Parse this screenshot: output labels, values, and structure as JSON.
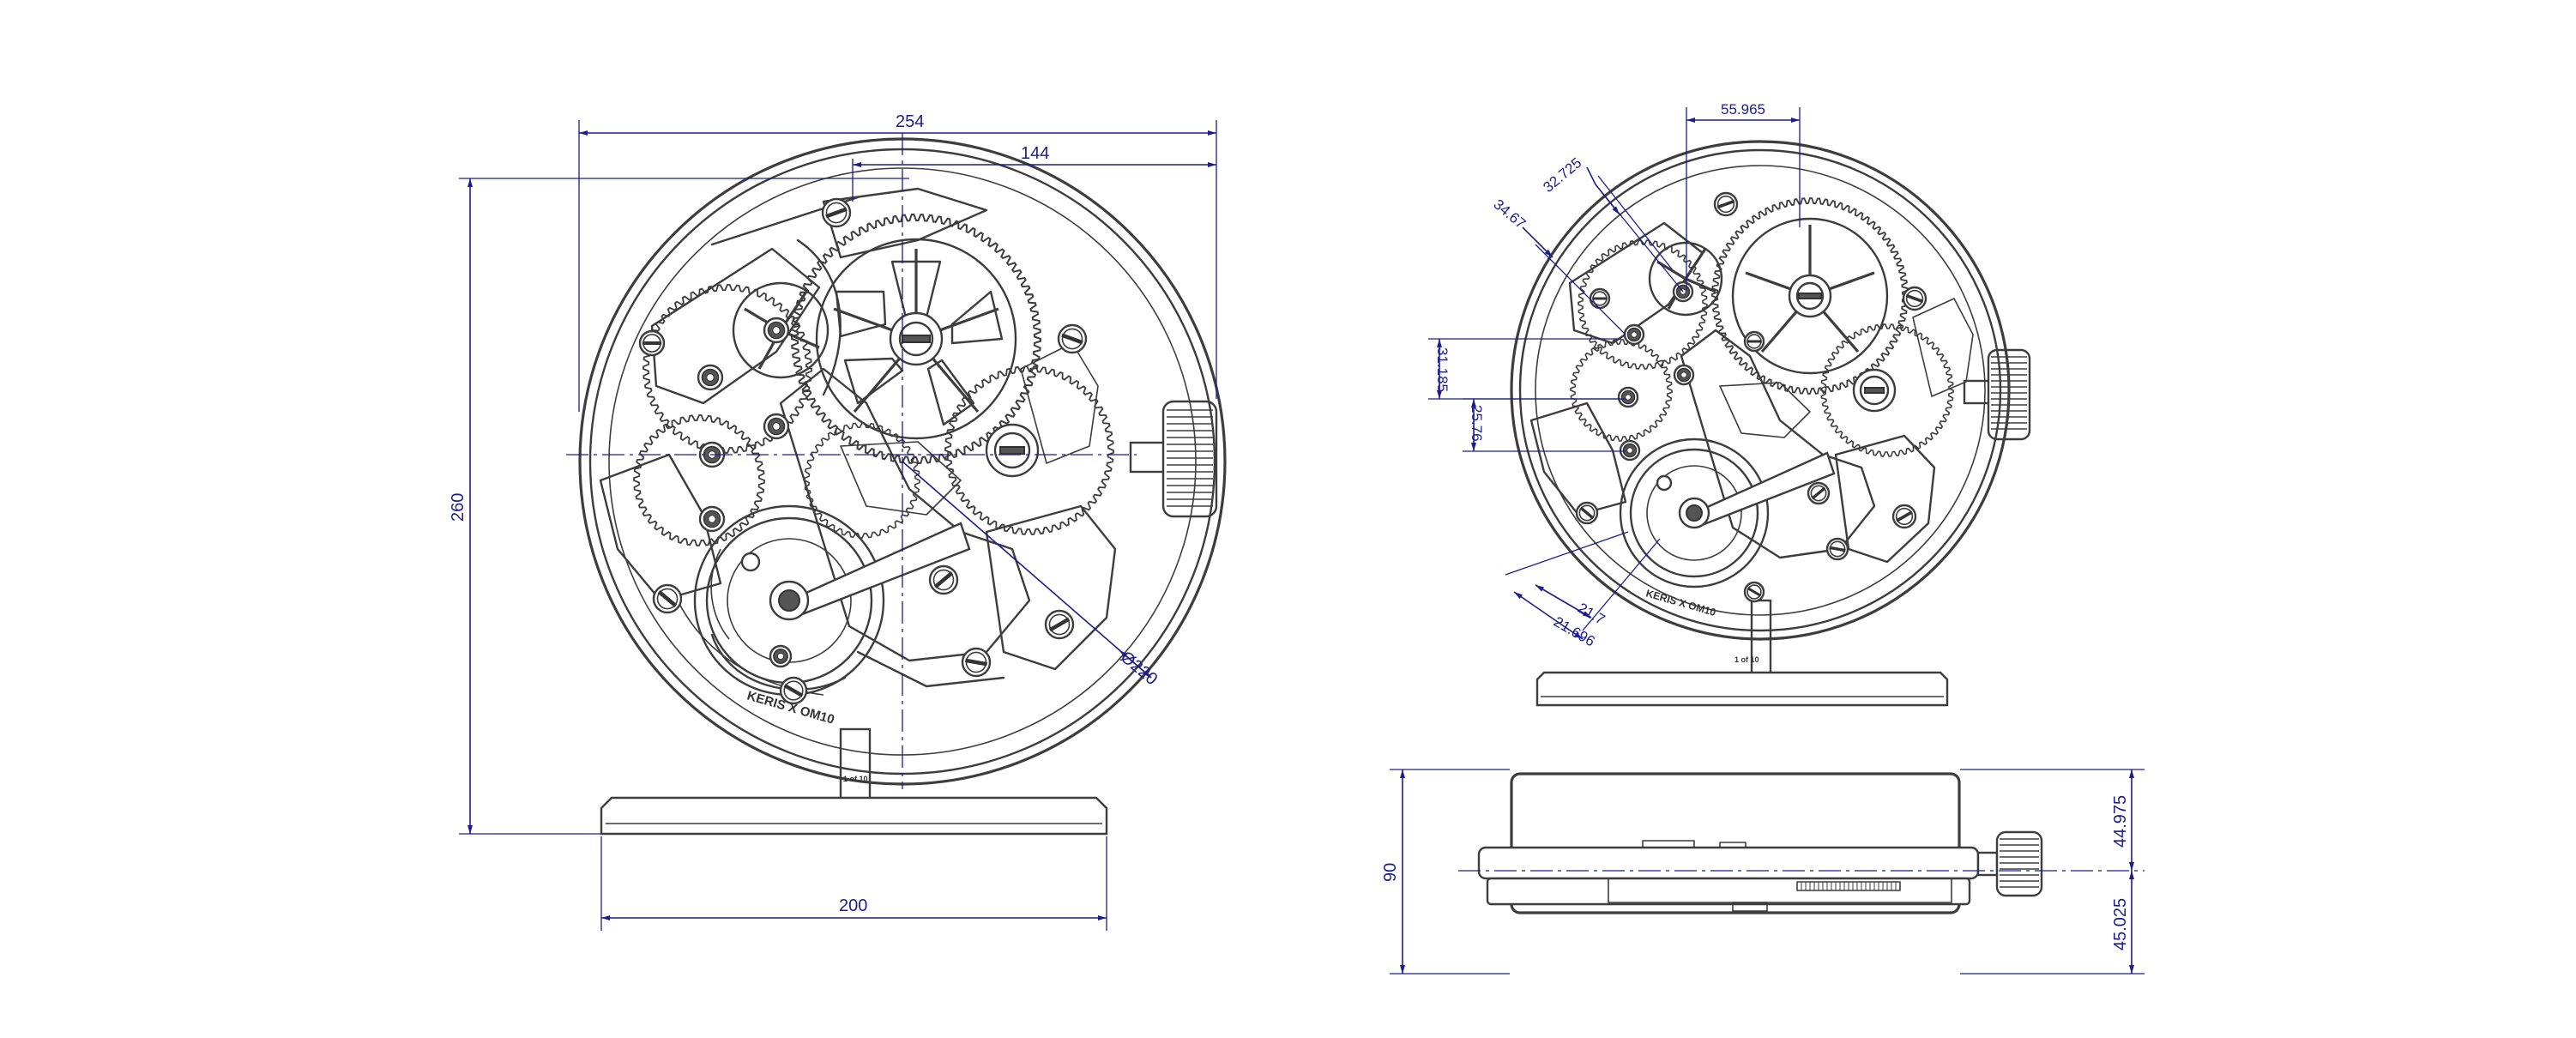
{
  "engraving": "KERIS X OM10",
  "edition": "1 of 10",
  "dimensions": {
    "overall_width": "254",
    "crown_offset": "144",
    "overall_height": "260",
    "base_width": "200",
    "diameter": "Ø220",
    "side_jewel_spacing": "55.965",
    "side_angle_a": "32.725",
    "side_angle_b": "34.67",
    "side_v1": "31.185",
    "side_v2": "25.76",
    "side_lower_a": "21.7",
    "side_lower_b": "21.696",
    "bottom_height": "90",
    "bottom_upper": "44.975",
    "bottom_lower": "45.025"
  }
}
